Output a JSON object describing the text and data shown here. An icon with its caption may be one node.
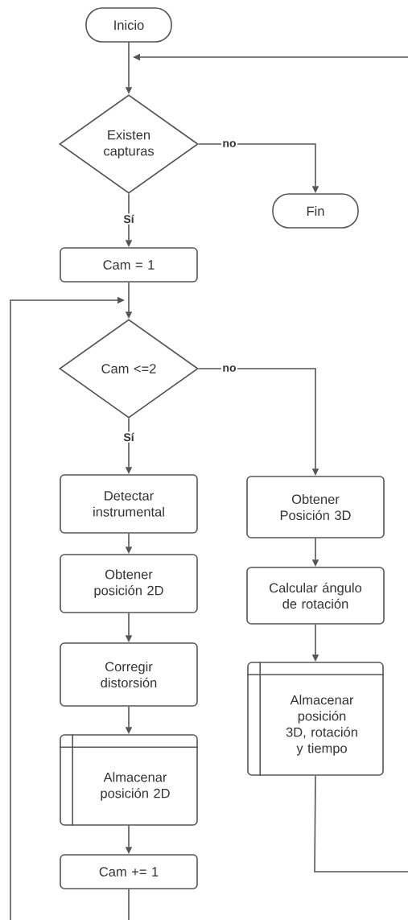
{
  "diagram": {
    "nodes": [
      {
        "text": [
          "Inicio"
        ]
      },
      {
        "text": [
          "Existen capturas"
        ]
      },
      {
        "text": [
          "Fin"
        ]
      },
      {
        "text": [
          "Cam = 1"
        ]
      },
      {
        "text": [
          "Cam <=2"
        ]
      },
      {
        "text": [
          "Detectar instrumental"
        ]
      },
      {
        "text": [
          "Obtener posición 2D"
        ]
      },
      {
        "text": [
          "Corregir distorsión"
        ]
      },
      {
        "text": [
          "Almacenar posición 2D"
        ]
      },
      {
        "text": [
          "Cam += 1"
        ]
      },
      {
        "text": [
          "Obtener Posición 3D"
        ]
      },
      {
        "text": [
          "Calcular ángulo de rotación"
        ]
      },
      {
        "text": [
          "Almacenar posición 3D, rotación y tiempo"
        ]
      }
    ],
    "edges": [
      {
        "from": 0,
        "to": 1,
        "arrow": "to"
      },
      {
        "from": 1,
        "to": 2,
        "arrow": "to",
        "label": "no"
      },
      {
        "from": 1,
        "to": 3,
        "arrow": "to",
        "label": "Sí"
      },
      {
        "from": 3,
        "to": 4,
        "arrow": "to"
      },
      {
        "from": null,
        "to": 4,
        "arrow": "to"
      },
      {
        "from": 4,
        "to": 5,
        "arrow": "to",
        "label": "Sí"
      },
      {
        "from": 4,
        "to": 10,
        "arrow": "to",
        "label": "no"
      },
      {
        "from": 5,
        "to": 6,
        "arrow": "to"
      },
      {
        "from": 6,
        "to": 7,
        "arrow": "to"
      },
      {
        "from": 7,
        "to": 8,
        "arrow": "to"
      },
      {
        "from": 8,
        "to": 9,
        "arrow": "to"
      },
      {
        "from": 10,
        "to": 11,
        "arrow": "to"
      },
      {
        "from": 11,
        "to": 12,
        "arrow": "to"
      },
      {
        "from": 9,
        "to": null,
        "arrow": "none"
      },
      {
        "from": 12,
        "to": null,
        "arrow": "none"
      },
      {
        "from": null,
        "to": 1,
        "arrow": "to"
      }
    ]
  }
}
